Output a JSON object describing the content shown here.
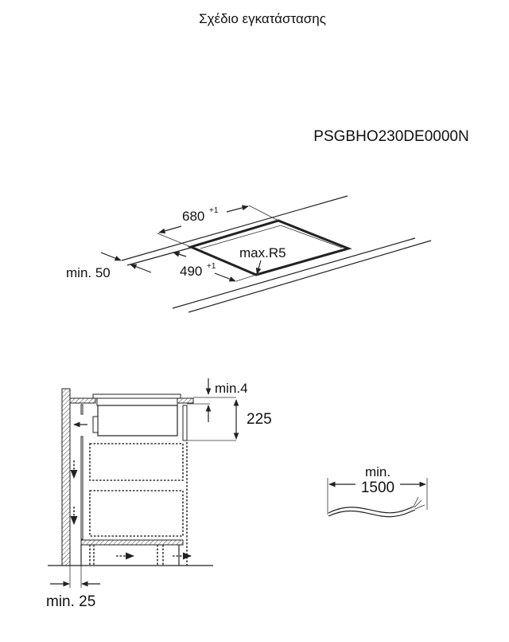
{
  "title": "Σχέδιο εγκατάστασης",
  "model": "PSGBHO230DE0000N",
  "cutout": {
    "width": "680",
    "width_tol": "+1",
    "depth": "490",
    "depth_tol": "+1",
    "radius": "max.R5",
    "edge_distance": "min. 50"
  },
  "section": {
    "gap_top": "min.4",
    "height": "225",
    "wall_gap": "min. 25"
  },
  "cable": {
    "label_line1": "min.",
    "label_line2": "1500"
  }
}
